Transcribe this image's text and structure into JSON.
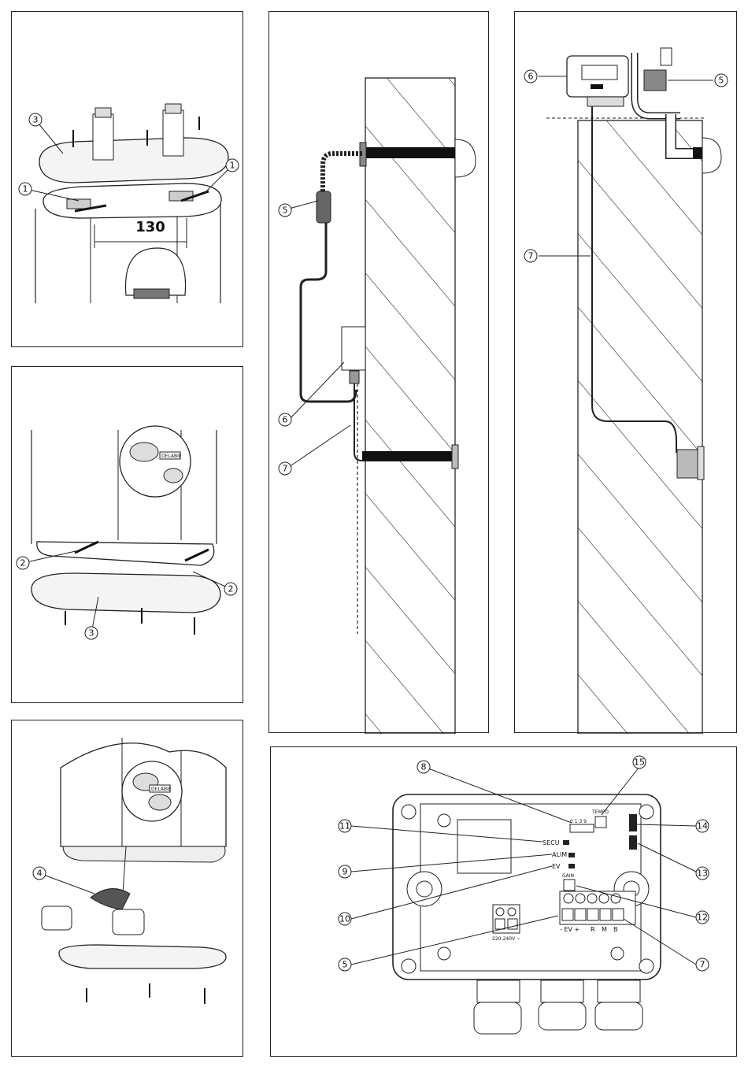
{
  "callouts": {
    "p1_left": "1",
    "p1_right": "1",
    "p1_cover": "3",
    "p2_left": "2",
    "p2_right": "2",
    "p2_cover": "3",
    "p3_clip": "4",
    "p4_valve": "5",
    "p4_box": "6",
    "p4_cable": "7",
    "p5_box": "6",
    "p5_valve": "5",
    "p5_cable": "7",
    "p6_timer": "8",
    "p6_alim": "9",
    "p6_ev": "10",
    "p6_secu": "11",
    "p6_pot": "12",
    "p6_dip": "13",
    "p6_switch": "14",
    "p6_tempo": "15",
    "p6_ev_term": "5",
    "p6_sensor_term": "7"
  },
  "dimension_label": "130",
  "faucet_badge": "DELABIE",
  "control_box": {
    "led_labels": [
      "SECU",
      "ALIM",
      "EV"
    ],
    "timer_scale": "0 1 3 9",
    "tempo_label": "TEMPO",
    "gain_label": "GAIN",
    "ev_terminal_label": "- EV +",
    "sensor_terminal_labels": [
      "R",
      "M",
      "B"
    ],
    "power_label": "220-240V ~"
  }
}
